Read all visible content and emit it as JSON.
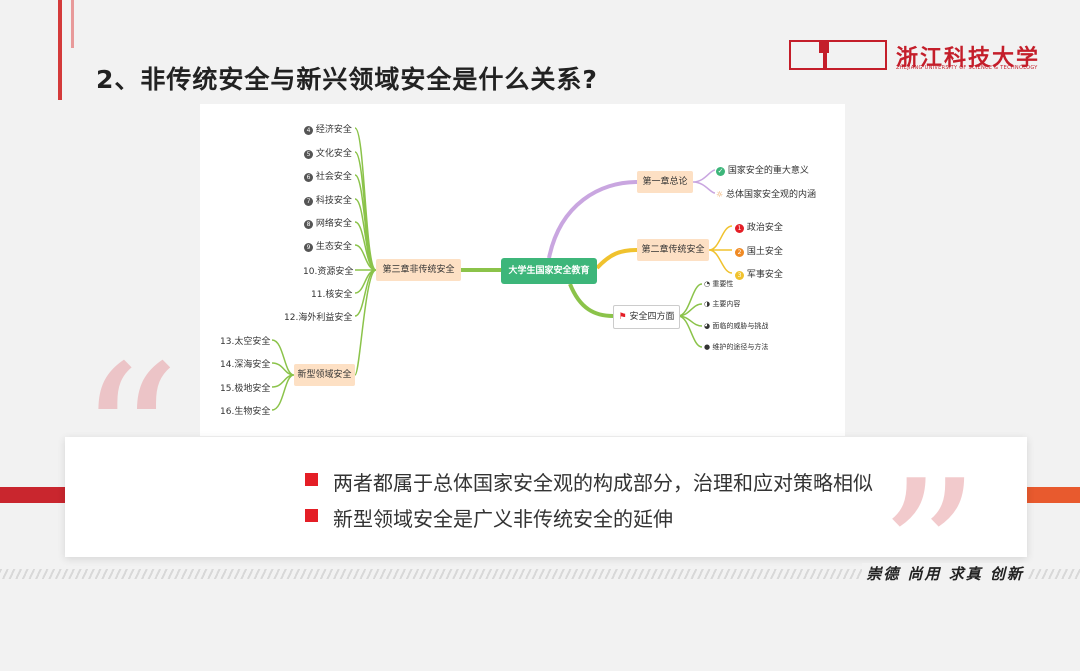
{
  "slide": {
    "title": "2、非传统安全与新兴领域安全是什么关系?",
    "logo_text": "浙江科技大学",
    "logo_subtext": "ZHEJIANG UNIVERSITY OF SCIENCE & TECHNOLOGY",
    "slogan": "崇德 尚用 求真 创新"
  },
  "colors": {
    "accent_red": "#e41e26",
    "root_green": "#3db67a",
    "node_orange": "#fde0c4"
  },
  "mindmap": {
    "root": "大学生国家安全教育",
    "chapter1": {
      "label": "第一章总论",
      "children": [
        "国家安全的重大意义",
        "总体国家安全观的内涵"
      ]
    },
    "chapter2": {
      "label": "第二章传统安全",
      "children": [
        "政治安全",
        "国土安全",
        "军事安全"
      ],
      "markers": [
        "1",
        "2",
        "3"
      ]
    },
    "aspects": {
      "label": "安全四方面",
      "children": [
        "重要性",
        "主要内容",
        "面临的威胁与挑战",
        "维护的途径与方法"
      ]
    },
    "chapter3": {
      "label": "第三章非传统安全",
      "children": [
        "经济安全",
        "文化安全",
        "社会安全",
        "科技安全",
        "网络安全",
        "生态安全",
        "10.资源安全",
        "11.核安全",
        "12.海外利益安全"
      ],
      "markers": [
        "4",
        "5",
        "6",
        "7",
        "8",
        "9"
      ]
    },
    "new_domains": {
      "label": "新型领域安全",
      "children": [
        "13.太空安全",
        "14.深海安全",
        "15.极地安全",
        "16.生物安全"
      ]
    }
  },
  "summary": {
    "points": [
      "两者都属于总体国家安全观的构成部分，治理和应对策略相似",
      "新型领域安全是广义非传统安全的延伸"
    ]
  }
}
